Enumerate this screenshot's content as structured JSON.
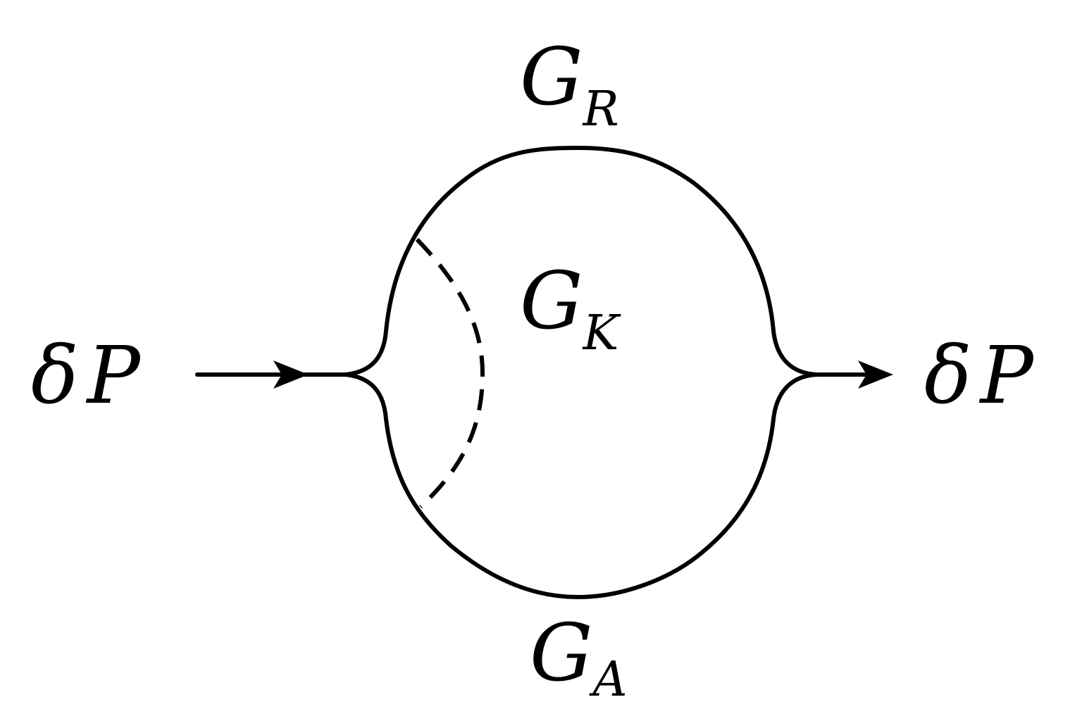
{
  "labels": {
    "left_input": {
      "symbol": "δ",
      "var": "P"
    },
    "right_output": {
      "symbol": "δ",
      "var": "P"
    },
    "top": {
      "base": "G",
      "sub": "R"
    },
    "middle": {
      "base": "G",
      "sub": "K"
    },
    "bottom": {
      "base": "G",
      "sub": "A"
    }
  }
}
